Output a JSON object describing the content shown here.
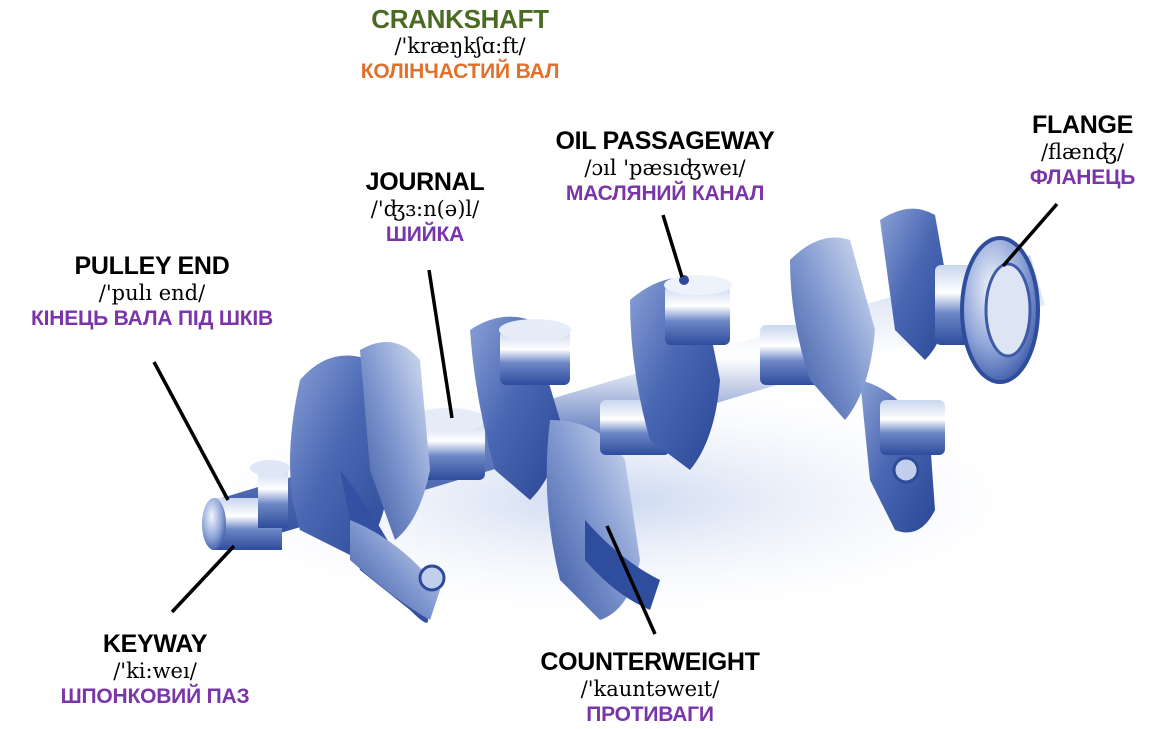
{
  "colors": {
    "title": "#4a6b22",
    "title_translation": "#e0712c",
    "translation": "#7a35a8",
    "text": "#000000",
    "metal": "#3f5fae"
  },
  "icons": {
    "main_image": "crankshaft-icon"
  },
  "title": {
    "english": "CRANKSHAFT",
    "ipa": "/'kræŋkʃɑ:ft/",
    "ukrainian": "КОЛІНЧАСТИЙ ВАЛ"
  },
  "parts": [
    {
      "id": "pulley-end",
      "english": "PULLEY END",
      "ipa": "/'pulı end/",
      "ukrainian": "КІНЕЦЬ ВАЛА ПІД ШКІВ"
    },
    {
      "id": "journal",
      "english": "JOURNAL",
      "ipa": "/'ʤɜ:n(ə)l/",
      "ukrainian": "ШИЙКА"
    },
    {
      "id": "oil-passageway",
      "english": "OIL PASSAGEWAY",
      "ipa": "/ɔıl 'pæsıʤweı/",
      "ukrainian": "МАСЛЯНИЙ КАНАЛ"
    },
    {
      "id": "flange",
      "english": "FLANGE",
      "ipa": "/flænʤ/",
      "ukrainian": "ФЛАНЕЦЬ"
    },
    {
      "id": "keyway",
      "english": "KEYWAY",
      "ipa": "/'ki:weı/",
      "ukrainian": "ШПОНКОВИЙ ПАЗ"
    },
    {
      "id": "counterweight",
      "english": "COUNTERWEIGHT",
      "ipa": "/'kauntəweıt/",
      "ukrainian": "ПРОТИВАГИ"
    }
  ]
}
